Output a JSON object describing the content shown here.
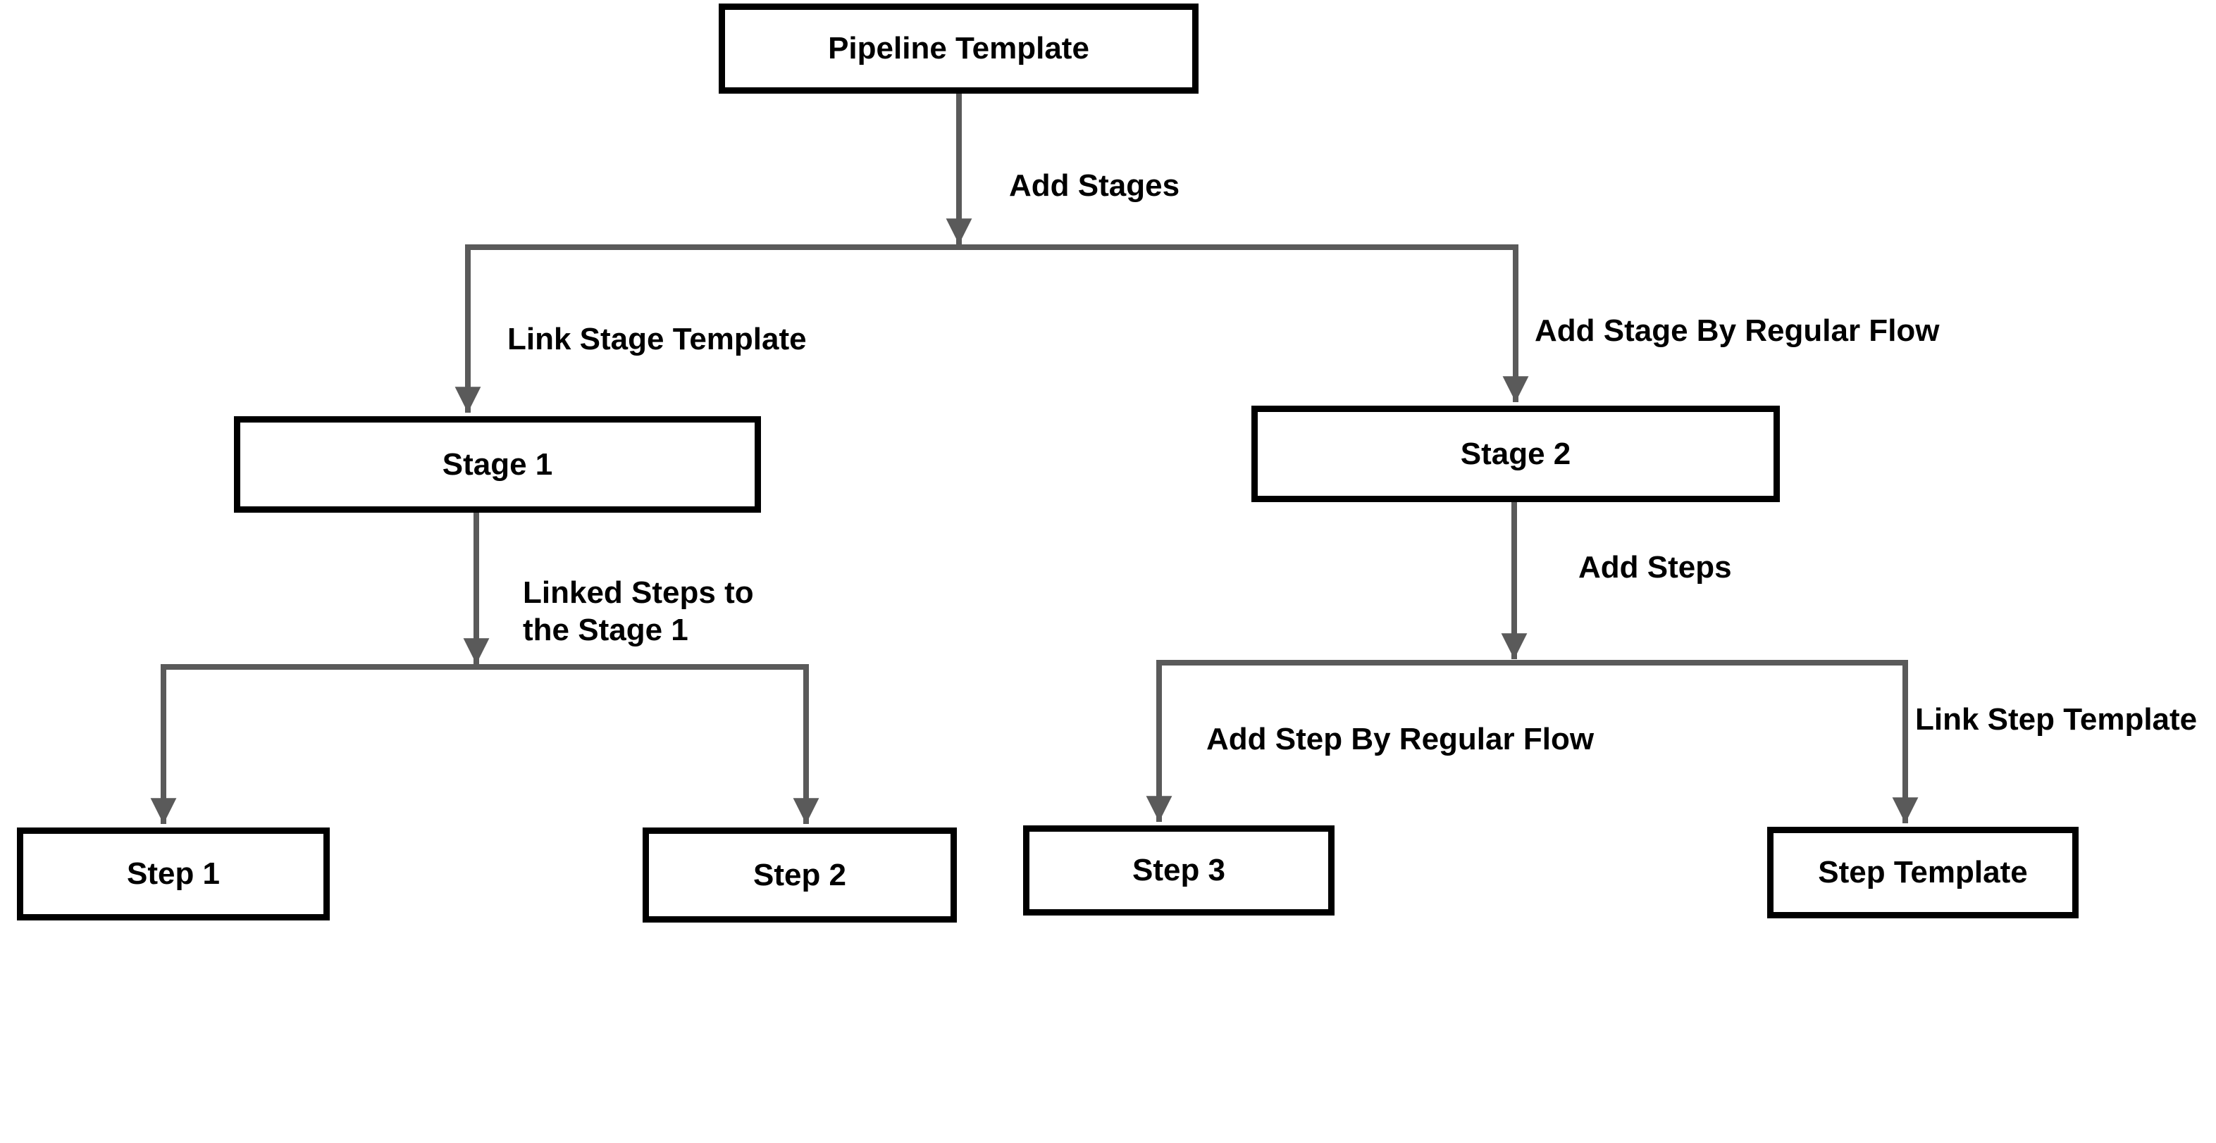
{
  "colors": {
    "background": "#ffffff",
    "connector": "#5a5a5a",
    "node_border": "#000000",
    "node_fill": "#ffffff",
    "text": "#000000"
  },
  "nodes": {
    "pipeline_template": {
      "label": "Pipeline Template"
    },
    "stage_1": {
      "label": "Stage 1"
    },
    "stage_2": {
      "label": "Stage 2"
    },
    "step_1": {
      "label": "Step 1"
    },
    "step_2": {
      "label": "Step 2"
    },
    "step_3": {
      "label": "Step 3"
    },
    "step_template": {
      "label": "Step Template"
    }
  },
  "edge_labels": {
    "add_stages": "Add Stages",
    "link_stage_template": "Link Stage Template",
    "add_stage_by_regular_flow": "Add Stage By Regular Flow",
    "linked_steps_to_the_stage_1": "Linked Steps to\nthe Stage 1",
    "add_steps": "Add Steps",
    "add_step_by_regular_flow": "Add Step By Regular Flow",
    "link_step_template": "Link Step Template"
  }
}
